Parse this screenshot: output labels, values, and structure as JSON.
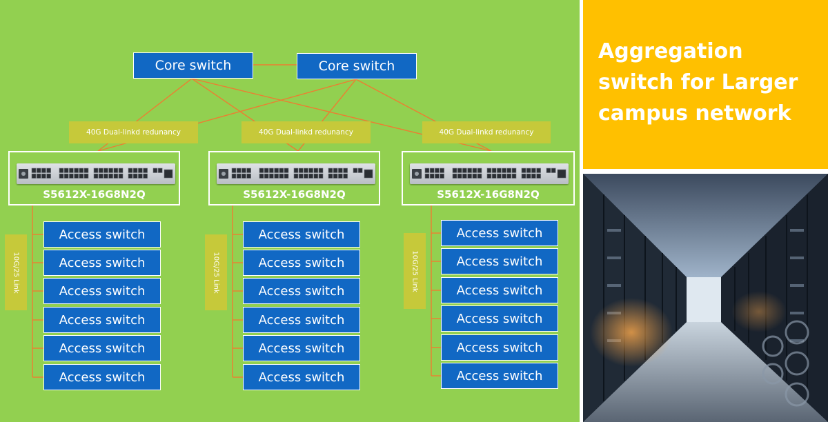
{
  "core_switches": [
    {
      "label": "Core switch"
    },
    {
      "label": "Core switch"
    }
  ],
  "redundancy_labels": [
    "40G Dual-linkd redunancy",
    "40G Dual-linkd redunancy",
    "40G Dual-linkd redunancy"
  ],
  "aggregation_switches": [
    {
      "model": "S5612X-16G8N2Q"
    },
    {
      "model": "S5612X-16G8N2Q"
    },
    {
      "model": "S5612X-16G8N2Q"
    }
  ],
  "link_labels": [
    "10G/25 Link",
    "10G/25 Link",
    "10G/25 Link"
  ],
  "access_groups": [
    [
      "Access switch",
      "Access switch",
      "Access switch",
      "Access switch",
      "Access switch",
      "Access switch"
    ],
    [
      "Access switch",
      "Access switch",
      "Access switch",
      "Access switch",
      "Access switch",
      "Access switch"
    ],
    [
      "Access switch",
      "Access switch",
      "Access switch",
      "Access switch",
      "Access switch",
      "Access switch"
    ]
  ],
  "side_panel": {
    "title_lines": [
      "Aggregation",
      "switch for Larger",
      "campus network"
    ],
    "photo_icon": "datacenter-server-rows-image"
  },
  "colors": {
    "background_green": "#92d050",
    "switch_blue": "#1168c4",
    "link_orange": "#ed7d31",
    "label_yellow": "#c6c93a",
    "title_gold": "#ffc000"
  }
}
